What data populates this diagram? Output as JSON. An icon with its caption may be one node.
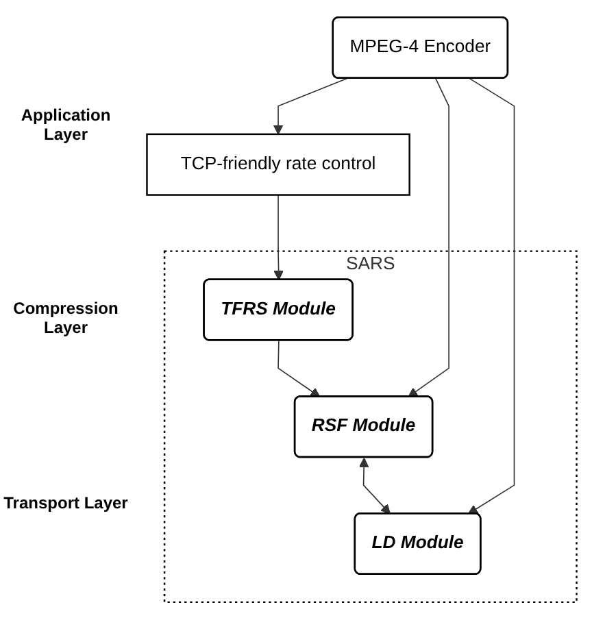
{
  "diagram": {
    "nodes": [
      {
        "text": [
          "SARS"
        ]
      },
      {
        "text": [
          "TFRS Module"
        ],
        "in": 0
      },
      {
        "text": [
          "RSF Module"
        ],
        "in": 0
      },
      {
        "text": [
          "LD Module"
        ],
        "in": 0
      },
      {
        "text": [
          "MPEG-4 Encoder"
        ]
      },
      {
        "text": [
          "TCP-friendly rate control"
        ]
      }
    ],
    "edges": [
      {
        "from": 5,
        "to": 1,
        "arrow": "to"
      },
      {
        "from": 1,
        "to": 2,
        "arrow": "to"
      },
      {
        "from": 2,
        "to": 3,
        "arrow": "both"
      },
      {
        "from": 4,
        "to": 2,
        "arrow": "to"
      },
      {
        "from": 4,
        "to": 3,
        "arrow": "to"
      },
      {
        "from": 4,
        "to": 5,
        "arrow": "to"
      }
    ],
    "labels": [
      "Application Layer",
      "Compression Layer",
      "Transport Layer"
    ]
  }
}
